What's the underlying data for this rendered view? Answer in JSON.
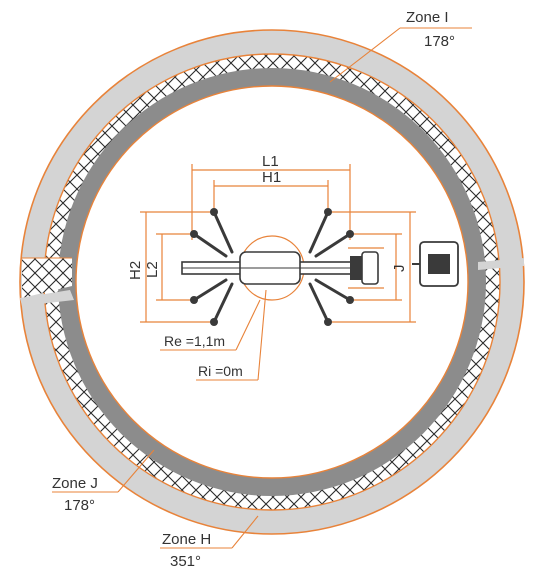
{
  "colors": {
    "orange": "#e8833a",
    "light_grey": "#d4d4d4",
    "dark_grey": "#8c8c8c",
    "crosshatch": "#2b2b2b",
    "machine": "#3a3a3a"
  },
  "zones": {
    "zone_i": {
      "name": "Zone I",
      "angle": "178°"
    },
    "zone_j": {
      "name": "Zone J",
      "angle": "178°"
    },
    "zone_h": {
      "name": "Zone H",
      "angle": "351°"
    }
  },
  "dimensions": {
    "l1": "L1",
    "h1": "H1",
    "h2": "H2",
    "l2": "L2",
    "j": "J"
  },
  "radii": {
    "re": "Re =1,1m",
    "ri": "Ri =0m"
  }
}
